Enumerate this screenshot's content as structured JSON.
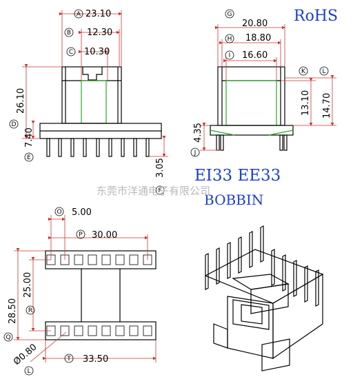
{
  "header": {
    "rohs": "RoHS",
    "model": "EI33 EE33",
    "part": "BOBBIN",
    "watermark": "东莞市洋通电子有限公司"
  },
  "front_view": {
    "A": {
      "label": "A",
      "value": "23.10"
    },
    "B": {
      "label": "B",
      "value": "12.30"
    },
    "C": {
      "label": "C",
      "value": "10.30"
    },
    "D": {
      "label": "D",
      "value": "26.10"
    },
    "E": {
      "label": "E",
      "value": "7.40"
    },
    "F": {
      "label": "F",
      "value": "3.05"
    }
  },
  "side_view": {
    "G": {
      "label": "G",
      "value": "20.80"
    },
    "H": {
      "label": "H",
      "value": "18.80"
    },
    "I": {
      "label": "I",
      "value": "16.60"
    },
    "J": {
      "label": "J",
      "value": "4.35"
    },
    "K": {
      "label": "K",
      "value": "13.10"
    },
    "L": {
      "label": "L",
      "value": "14.70"
    }
  },
  "bottom_view": {
    "O": {
      "label": "O",
      "value": "5.00"
    },
    "P": {
      "label": "P",
      "value": "30.00"
    },
    "Q": {
      "label": "Q",
      "value": ""
    },
    "R": {
      "label": "R",
      "value": "25.00"
    },
    "S": {
      "label": "",
      "value": "28.50"
    },
    "T": {
      "label": "T",
      "value": "33.50"
    },
    "U": {
      "label": "L",
      "value": "Ø0.80"
    }
  },
  "colors": {
    "outline": "#000000",
    "inner": "#22aa22",
    "dimension": "#cc3333",
    "title": "#1a3fd0"
  }
}
